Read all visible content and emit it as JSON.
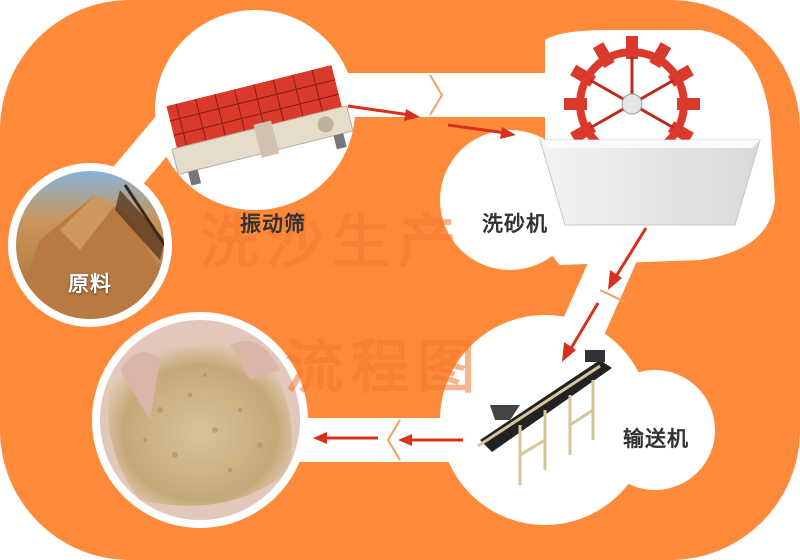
{
  "colors": {
    "background_orange": "#ff8b3a",
    "path_white": "#ffffff",
    "arrow_red": "#d8301c",
    "machine_red": "#d93a2b"
  },
  "background_title": {
    "line1": "洗沙生产",
    "line2": "流程图"
  },
  "stages": [
    {
      "id": "raw",
      "label": "原料",
      "icon": "sand-pile-photo"
    },
    {
      "id": "screen",
      "label": "振动筛",
      "icon": "vibrating-screen-icon"
    },
    {
      "id": "washer",
      "label": "洗砂机",
      "icon": "sand-washer-wheel-icon"
    },
    {
      "id": "conveyor",
      "label": "输送机",
      "icon": "belt-conveyor-icon"
    },
    {
      "id": "product",
      "label": "",
      "icon": "washed-sand-in-hand-photo"
    }
  ]
}
